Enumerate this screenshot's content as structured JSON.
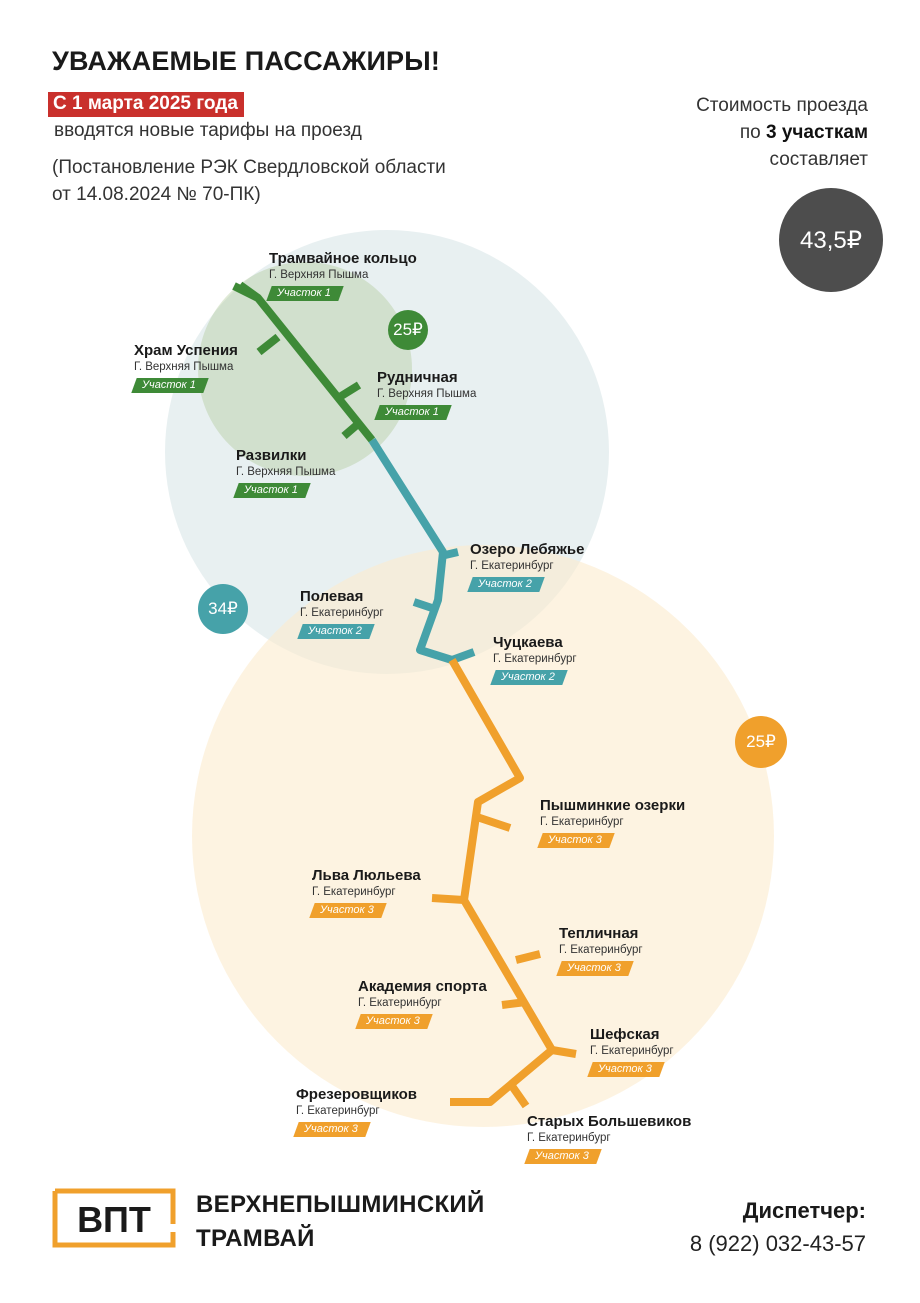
{
  "header": {
    "title": "УВАЖАЕМЫЕ ПАССАЖИРЫ!",
    "date_badge": "С 1 марта 2025 года",
    "intro": "вводятся новые тарифы на проезд",
    "decree_line1": "(Постановление РЭК Свердловской области",
    "decree_line2": "от 14.08.2024 № 70-ПК)"
  },
  "price_info": {
    "line1": "Стоимость проезда",
    "line2_prefix": "по ",
    "line2_bold": "3 участкам",
    "line3": "составляет",
    "amount": "43,5₽",
    "amount_color": "#4d4d4d"
  },
  "zone_prices": [
    {
      "label": "25₽",
      "color": "#3e8a37"
    },
    {
      "label": "34₽",
      "color": "#46a2a9"
    },
    {
      "label": "25₽",
      "color": "#f0a02c"
    }
  ],
  "zone_colors": {
    "section1": "#3e8a37",
    "section2": "#46a2a9",
    "section3": "#f0a02c"
  },
  "stations": [
    {
      "name": "Трамвайное кольцо",
      "city": "Г. Верхняя Пышма",
      "section": "Участок 1"
    },
    {
      "name": "Храм Успения",
      "city": "Г. Верхняя Пышма",
      "section": "Участок 1"
    },
    {
      "name": "Рудничная",
      "city": "Г. Верхняя Пышма",
      "section": "Участок 1"
    },
    {
      "name": "Развилки",
      "city": "Г. Верхняя Пышма",
      "section": "Участок 1"
    },
    {
      "name": "Озеро Лебяжье",
      "city": "Г. Екатеринбург",
      "section": "Участок 2"
    },
    {
      "name": "Полевая",
      "city": "Г. Екатеринбург",
      "section": "Участок 2"
    },
    {
      "name": "Чуцкаева",
      "city": "Г. Екатеринбург",
      "section": "Участок 2"
    },
    {
      "name": "Пышминкие озерки",
      "city": "Г. Екатеринбург",
      "section": "Участок 3"
    },
    {
      "name": "Льва Люльева",
      "city": "Г. Екатеринбург",
      "section": "Участок 3"
    },
    {
      "name": "Тепличная",
      "city": "Г. Екатеринбург",
      "section": "Участок 3"
    },
    {
      "name": "Академия спорта",
      "city": "Г. Екатеринбург",
      "section": "Участок 3"
    },
    {
      "name": "Шефская",
      "city": "Г. Екатеринбург",
      "section": "Участок 3"
    },
    {
      "name": "Фрезеровщиков",
      "city": "Г. Екатеринбург",
      "section": "Участок 3"
    },
    {
      "name": "Старых Большевиков",
      "city": "Г. Екатеринбург",
      "section": "Участок 3"
    }
  ],
  "footer": {
    "logo_text": "ВПТ",
    "logo_color": "#f0a02c",
    "brand_line1": "ВЕРХНЕПЫШМИНСКИЙ",
    "brand_line2": "ТРАМВАЙ",
    "dispatcher_label": "Диспетчер:",
    "dispatcher_phone": "8 (922) 032-43-57"
  }
}
